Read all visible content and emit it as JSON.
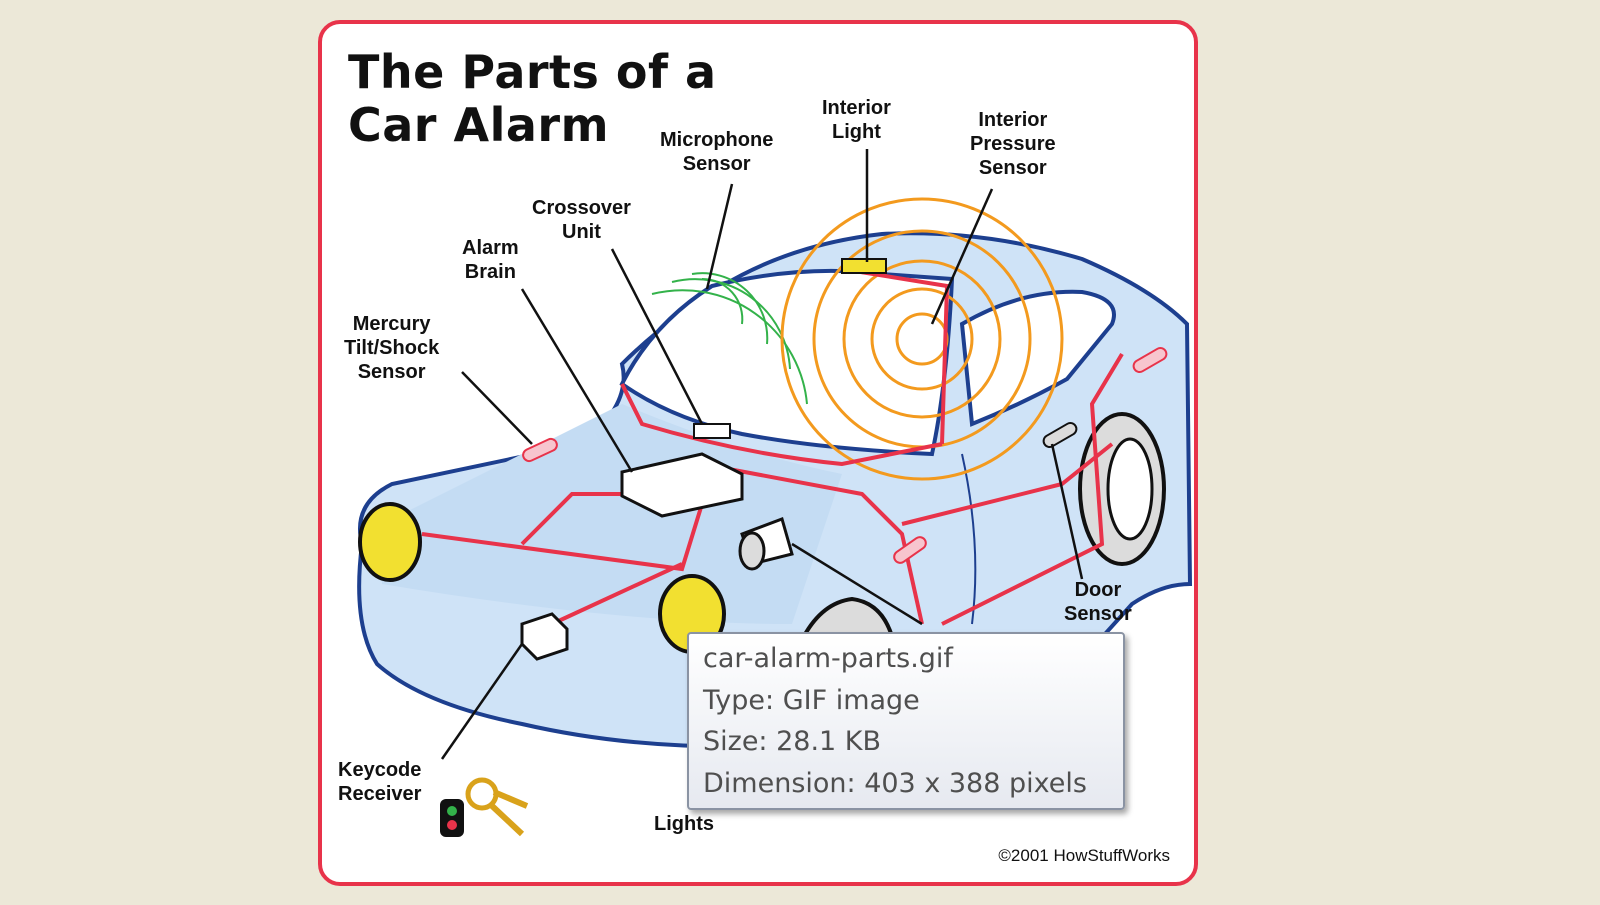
{
  "illustration": {
    "title_line1": "The Parts of a",
    "title_line2": "Car Alarm",
    "labels": {
      "microphone_sensor": [
        "Microphone",
        "Sensor"
      ],
      "interior_light": [
        "Interior",
        "Light"
      ],
      "interior_pressure_sensor": [
        "Interior",
        "Pressure",
        "Sensor"
      ],
      "crossover_unit": [
        "Crossover",
        "Unit"
      ],
      "alarm_brain": [
        "Alarm",
        "Brain"
      ],
      "mercury_sensor": [
        "Mercury",
        "Tilt/Shock",
        "Sensor"
      ],
      "door_sensor": [
        "Door",
        "Sensor"
      ],
      "keycode_receiver": [
        "Keycode",
        "Receiver"
      ],
      "lights": "Lights"
    },
    "copyright": "©2001 HowStuffWorks"
  },
  "tooltip": {
    "filename": "car-alarm-parts.gif",
    "type": "Type: GIF image",
    "size": "Size: 28.1 KB",
    "dimension": "Dimension: 403 x 388 pixels"
  },
  "colors": {
    "background": "#ece8d8",
    "frame_border": "#e8334a",
    "car_body": "#cfe3f7",
    "car_outline": "#1d3f8f",
    "wire": "#e8334a",
    "headlight": "#f2e030"
  },
  "icons": [
    "car-illustration",
    "key-fob-icon",
    "siren-icon"
  ]
}
